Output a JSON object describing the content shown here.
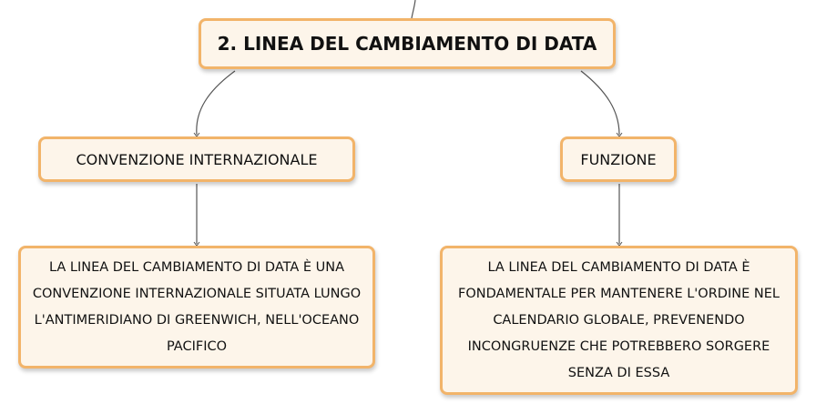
{
  "diagram": {
    "root": {
      "label": "2. LINEA DEL CAMBIAMENTO DI DATA"
    },
    "branches": [
      {
        "label": "CONVENZIONE INTERNAZIONALE",
        "detail": "LA LINEA DEL CAMBIAMENTO DI DATA È UNA CONVENZIONE INTERNAZIONALE SITUATA LUNGO L'ANTIMERIDIANO DI GREENWICH, NELL'OCEANO PACIFICO"
      },
      {
        "label": "FUNZIONE",
        "detail": "LA LINEA DEL CAMBIAMENTO DI DATA È FONDAMENTALE PER MANTENERE L'ORDINE NEL CALENDARIO GLOBALE, PREVENENDO INCONGRUENZE CHE POTREBBERO SORGERE SENZA DI ESSA"
      }
    ]
  },
  "colors": {
    "node_fill": "#fdf5ea",
    "node_border": "#f2b46a",
    "connector": "#555555"
  }
}
